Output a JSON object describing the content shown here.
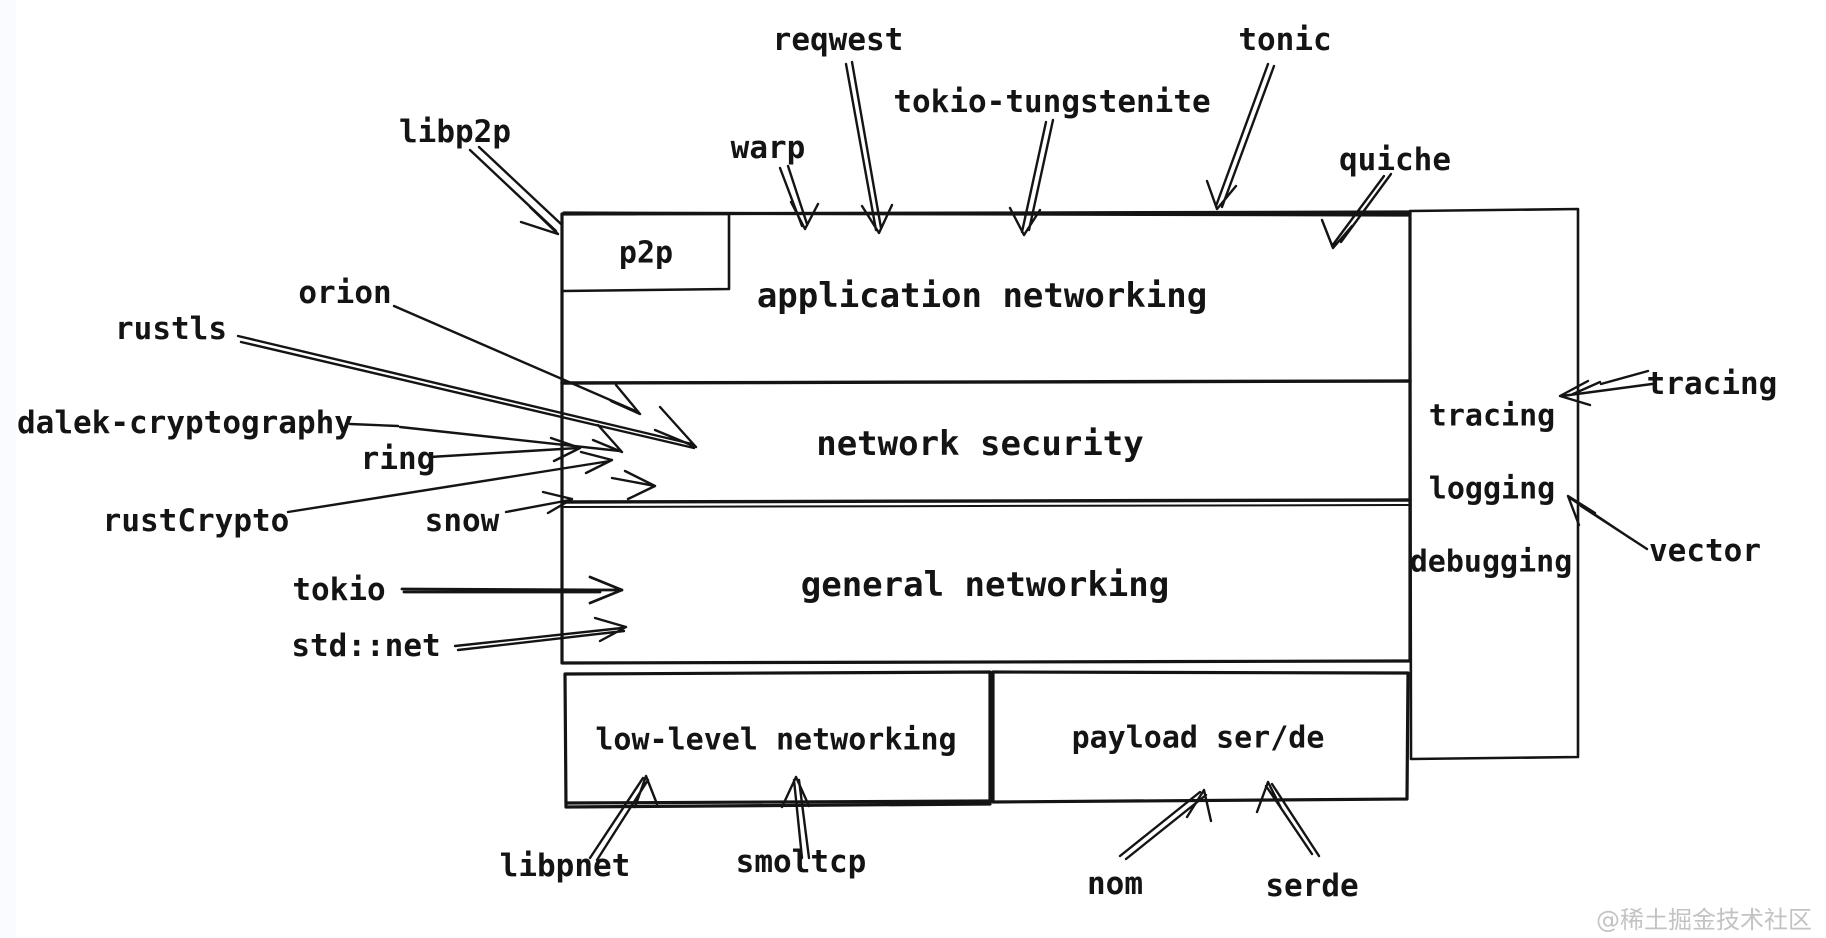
{
  "diagram": {
    "layers": {
      "p2p": "p2p",
      "application": "application networking",
      "security": "network security",
      "general": "general networking",
      "low_level": "low-level networking",
      "payload": "payload ser/de"
    },
    "observability_box": {
      "line1": "tracing",
      "line2": "logging",
      "line3": "debugging"
    },
    "crates": {
      "libp2p": "libp2p",
      "warp": "warp",
      "reqwest": "reqwest",
      "tokio_tungstenite": "tokio-tungstenite",
      "tonic": "tonic",
      "quiche": "quiche",
      "orion": "orion",
      "rustls": "rustls",
      "dalek_cryptography": "dalek-cryptography",
      "ring": "ring",
      "rustcrypto": "rustCrypto",
      "snow": "snow",
      "tokio": "tokio",
      "std_net": "std::net",
      "libpnet": "libpnet",
      "smoltcp": "smoltcp",
      "nom": "nom",
      "serde": "serde",
      "tracing": "tracing",
      "vector": "vector"
    },
    "watermark": "@稀土掘金技术社区",
    "colors": {
      "ink": "#141414",
      "background": "#ffffff",
      "watermark_gray": "#c3c3c3"
    }
  }
}
